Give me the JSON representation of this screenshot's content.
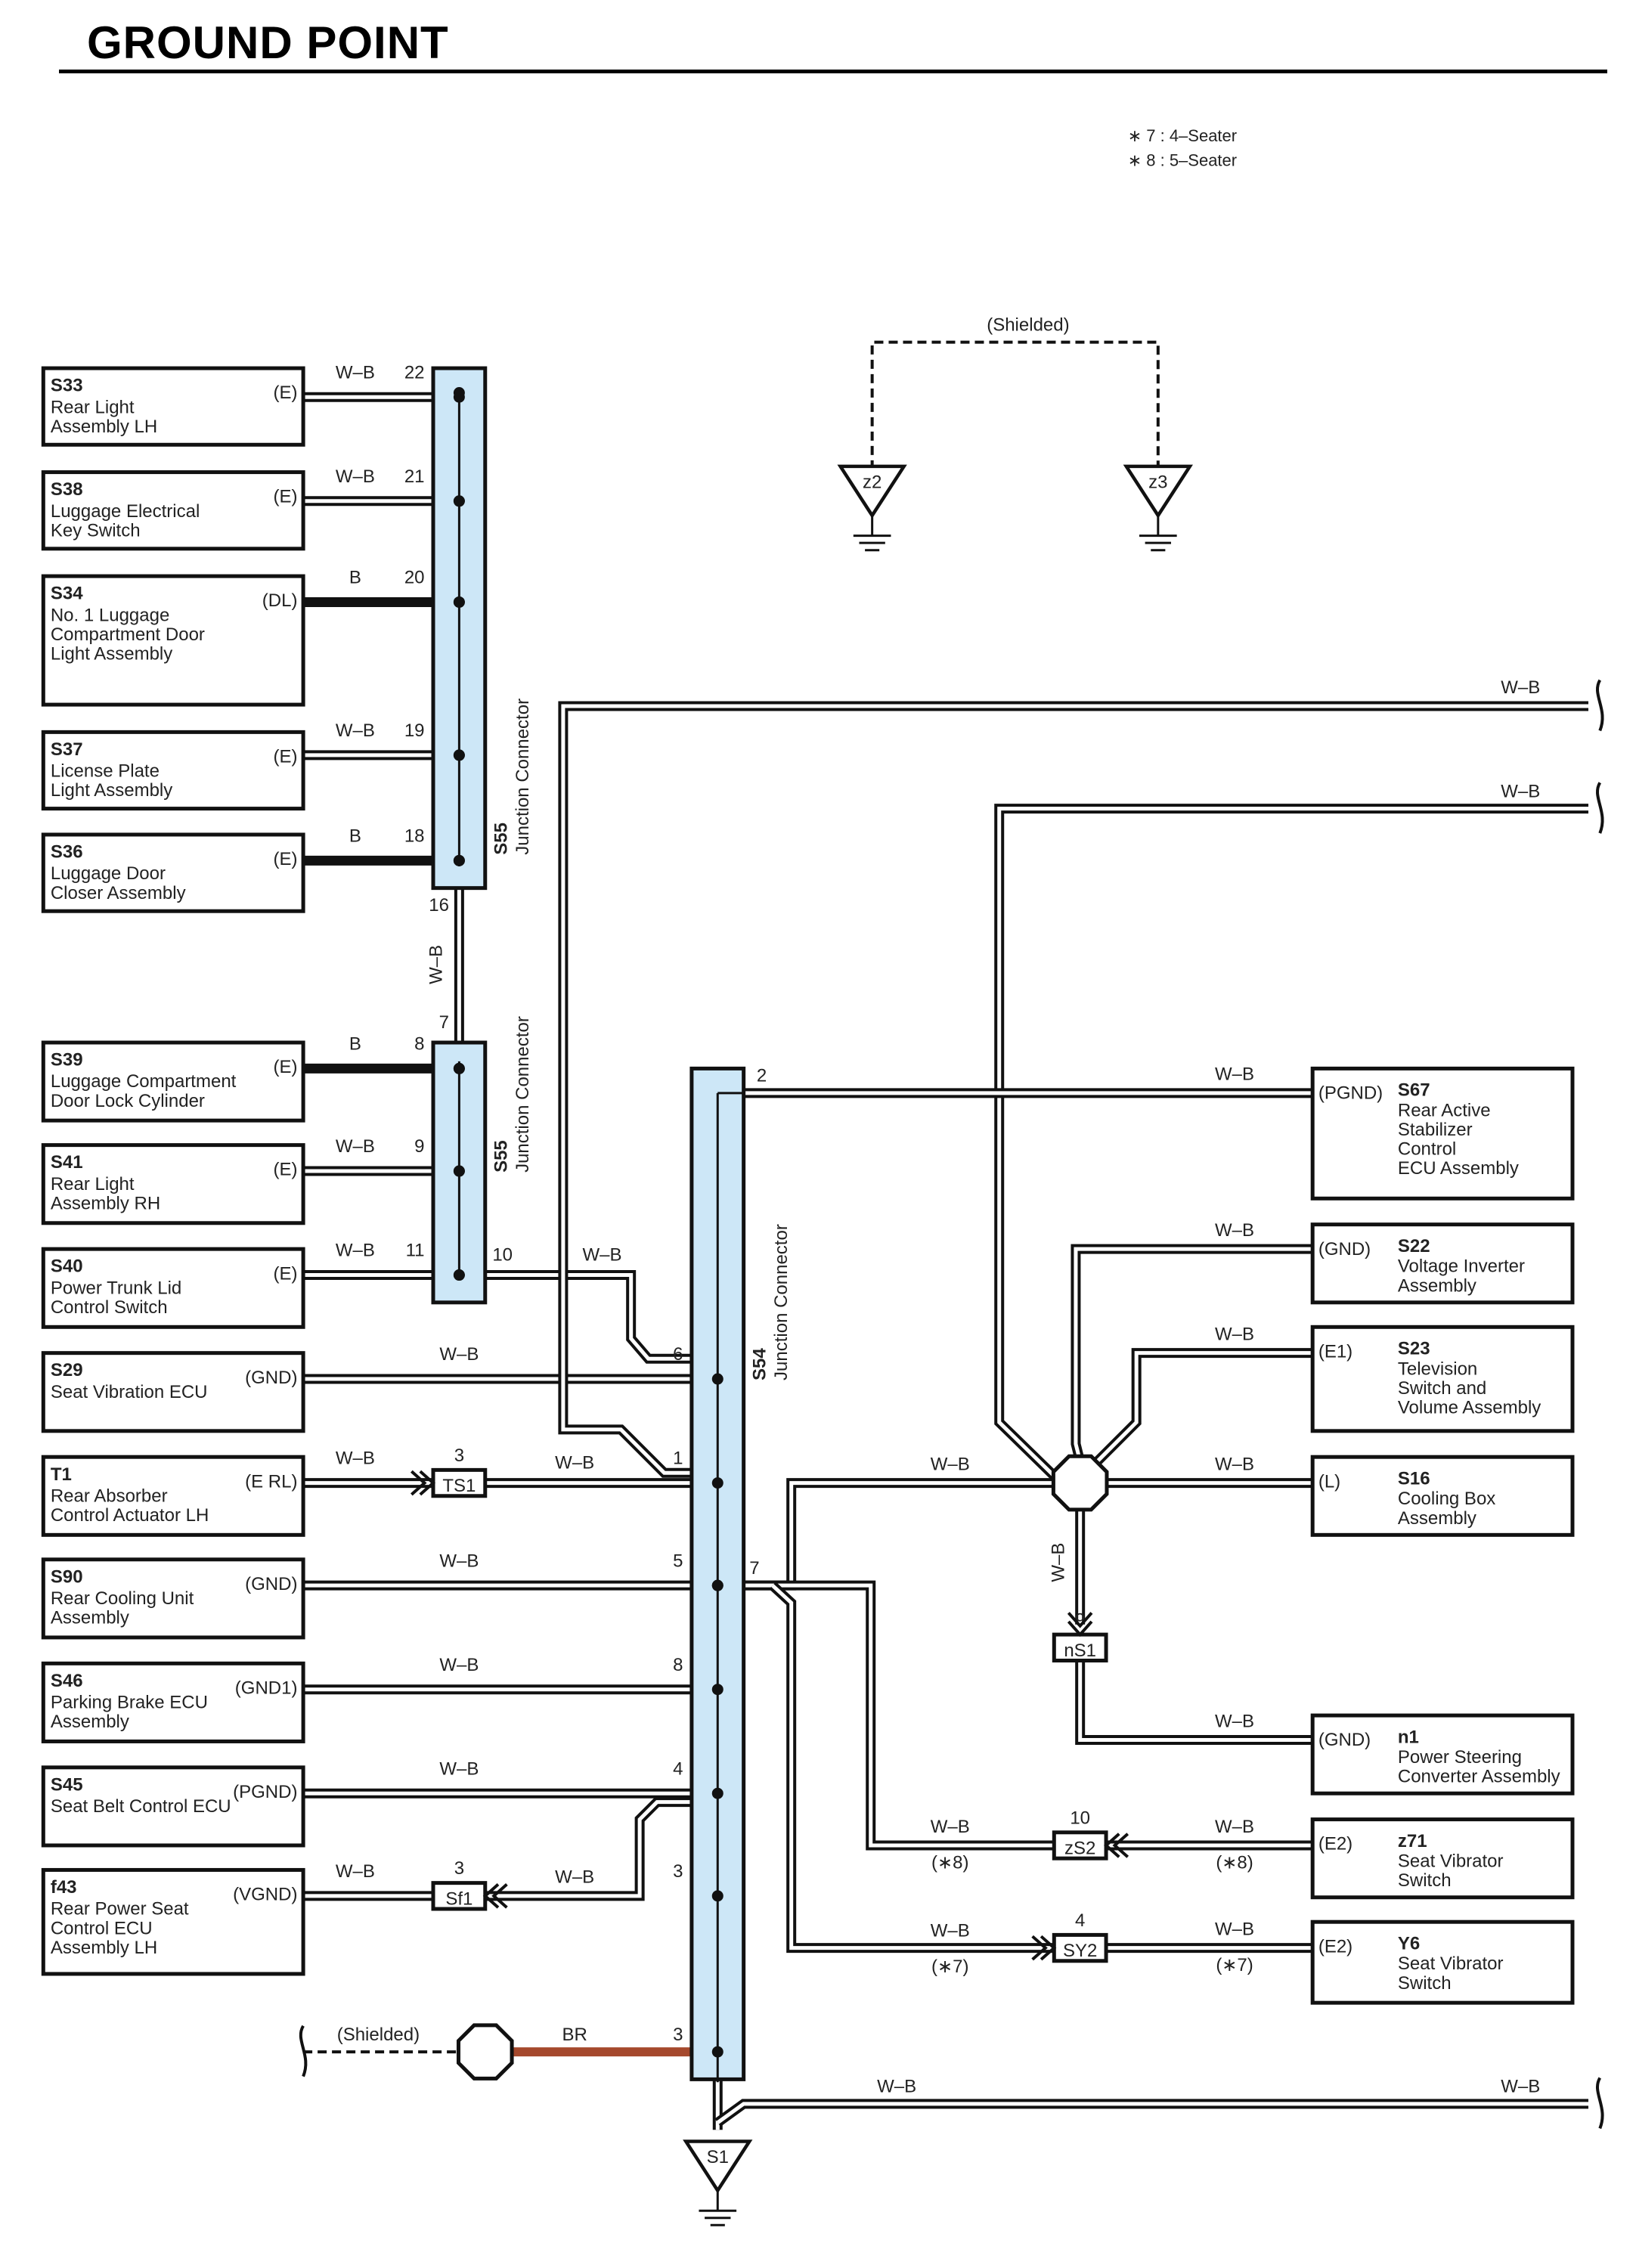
{
  "title": "GROUND POINT",
  "notes": [
    "∗ 7 : 4–Seater",
    "∗ 8 : 5–Seater"
  ],
  "shielded_label": "(Shielded)",
  "colors": {
    "connector_fill": "#cde7f7",
    "wire_br": "#a5492d"
  },
  "left_components": [
    {
      "code": "S33",
      "name": [
        "Rear Light",
        "Assembly LH"
      ],
      "term": "(E)",
      "wire": "W–B",
      "pin": "22",
      "heavy": false
    },
    {
      "code": "S38",
      "name": [
        "Luggage Electrical",
        "Key Switch"
      ],
      "term": "(E)",
      "wire": "W–B",
      "pin": "21",
      "heavy": false
    },
    {
      "code": "S34",
      "name": [
        "No. 1 Luggage",
        "Compartment Door",
        "Light Assembly"
      ],
      "term": "(DL)",
      "wire": "B",
      "pin": "20",
      "heavy": true
    },
    {
      "code": "S37",
      "name": [
        "License Plate",
        "Light Assembly"
      ],
      "term": "(E)",
      "wire": "W–B",
      "pin": "19",
      "heavy": false
    },
    {
      "code": "S36",
      "name": [
        "Luggage Door",
        "Closer Assembly"
      ],
      "term": "(E)",
      "wire": "B",
      "pin": "18",
      "heavy": true
    },
    {
      "code": "S39",
      "name": [
        "Luggage Compartment",
        "Door Lock Cylinder"
      ],
      "term": "(E)",
      "wire": "B",
      "pin": "8",
      "heavy": true
    },
    {
      "code": "S41",
      "name": [
        "Rear Light",
        "Assembly RH"
      ],
      "term": "(E)",
      "wire": "W–B",
      "pin": "9",
      "heavy": false
    },
    {
      "code": "S40",
      "name": [
        "Power Trunk Lid",
        "Control Switch"
      ],
      "term": "(E)",
      "wire": "W–B",
      "pin": "11",
      "heavy": false
    },
    {
      "code": "S29",
      "name": [
        "Seat Vibration ECU"
      ],
      "term": "(GND)",
      "wire": "W–B",
      "pin": "6",
      "heavy": false
    },
    {
      "code": "T1",
      "name": [
        "Rear Absorber",
        "Control Actuator LH"
      ],
      "term": "(E RL)",
      "wire": "W–B",
      "pin": "1",
      "heavy": false
    },
    {
      "code": "S90",
      "name": [
        "Rear Cooling Unit",
        "Assembly"
      ],
      "term": "(GND)",
      "wire": "W–B",
      "pin": "5",
      "heavy": false
    },
    {
      "code": "S46",
      "name": [
        "Parking Brake ECU",
        "Assembly"
      ],
      "term": "(GND1)",
      "wire": "W–B",
      "pin": "8",
      "heavy": false
    },
    {
      "code": "S45",
      "name": [
        "Seat Belt Control ECU"
      ],
      "term": "(PGND)",
      "wire": "W–B",
      "pin": "4",
      "heavy": false
    },
    {
      "code": "f43",
      "name": [
        "Rear Power Seat",
        "Control ECU",
        "Assembly LH"
      ],
      "term": "(VGND)",
      "wire": "W–B",
      "pin": "3",
      "heavy": false
    }
  ],
  "right_components": [
    {
      "code": "S67",
      "name": [
        "Rear Active",
        "Stabilizer",
        "Control",
        "ECU Assembly"
      ],
      "term": "(PGND)",
      "wire": "W–B",
      "note": ""
    },
    {
      "code": "S22",
      "name": [
        "Voltage Inverter",
        "Assembly"
      ],
      "term": "(GND)",
      "wire": "W–B",
      "note": ""
    },
    {
      "code": "S23",
      "name": [
        "Television",
        "Switch and",
        "Volume Assembly"
      ],
      "term": "(E1)",
      "wire": "W–B",
      "note": ""
    },
    {
      "code": "S16",
      "name": [
        "Cooling Box",
        "Assembly"
      ],
      "term": "(L)",
      "wire": "W–B",
      "note": ""
    },
    {
      "code": "n1",
      "name": [
        "Power Steering",
        "Converter Assembly"
      ],
      "term": "(GND)",
      "wire": "W–B",
      "note": ""
    },
    {
      "code": "z71",
      "name": [
        "Seat Vibrator",
        "Switch"
      ],
      "term": "(E2)",
      "wire": "W–B",
      "note": "(∗8)"
    },
    {
      "code": "Y6",
      "name": [
        "Seat Vibrator",
        "Switch"
      ],
      "term": "(E2)",
      "wire": "W–B",
      "note": "(∗7)"
    }
  ],
  "junction_connectors": [
    {
      "code": "S55",
      "label": "Junction Connector"
    },
    {
      "code": "S55",
      "label": "Junction Connector"
    },
    {
      "code": "S54",
      "label": "Junction Connector"
    }
  ],
  "pins": {
    "s55_top_out": "16",
    "s55_bot_in": "7",
    "s55_bot_out": "10",
    "s54_right_top": "2",
    "s54_right_mid": "7",
    "s54_br": "3"
  },
  "inline_connectors": [
    {
      "code": "TS1",
      "pin": "3",
      "wire": "W–B"
    },
    {
      "code": "Sf1",
      "pin": "3",
      "wire": "W–B"
    },
    {
      "code": "nS1",
      "pin": "9",
      "wire": "W–B"
    },
    {
      "code": "zS2",
      "pin": "10",
      "wire": "W–B",
      "note": "(∗8)"
    },
    {
      "code": "SY2",
      "pin": "4",
      "wire": "W–B",
      "note": "(∗7)"
    }
  ],
  "misc_wire_labels": {
    "s55_link": "W–B",
    "s55_to_s54": "W–B",
    "top_right_1": "W–B",
    "top_right_2": "W–B",
    "hub_to_S54": "W–B",
    "hub_down": "W–B",
    "br": "BR",
    "bottom": "W–B"
  },
  "grounds": [
    "z2",
    "z3",
    "S1"
  ]
}
